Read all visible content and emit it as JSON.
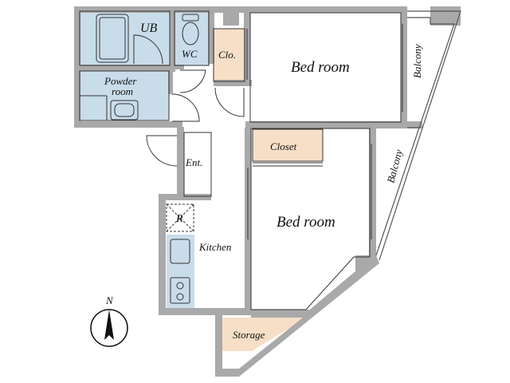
{
  "floor_plan": {
    "rooms": {
      "ub": "UB",
      "wc": "WC",
      "closet_small": "Clo.",
      "bedroom_north": "Bed room",
      "balcony_north": "Balcony",
      "powder_room_line1": "Powder",
      "powder_room_line2": "room",
      "closet_large": "Closet",
      "balcony_east": "Balcony",
      "entrance": "Ent.",
      "refrigerator": "R",
      "kitchen": "Kitchen",
      "bedroom_south": "Bed room",
      "storage": "Storage"
    },
    "compass": {
      "label": "N"
    },
    "colors": {
      "wall": "#a9a9a9",
      "wet_area": "#c9dcea",
      "closet": "#f6dfc6",
      "floor": "#ffffff"
    }
  }
}
